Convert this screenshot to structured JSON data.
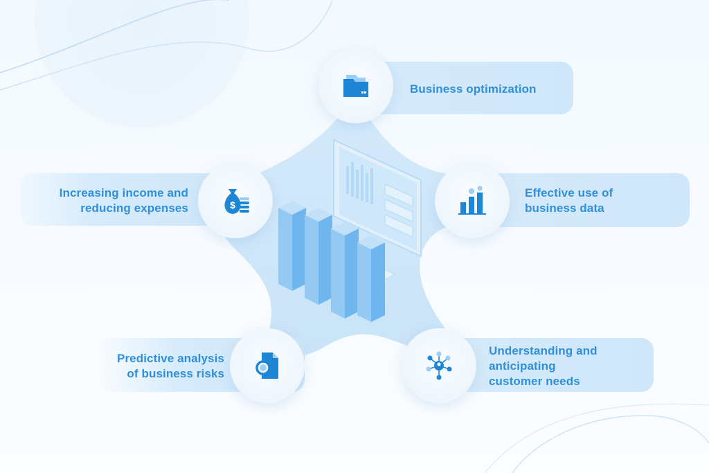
{
  "diagram": {
    "items": [
      {
        "id": "business-optimization",
        "label": "Business optimization",
        "icon": "folder-icon"
      },
      {
        "id": "effective-use",
        "label": "Effective use of\nbusiness data",
        "icon": "bar-chart-icon"
      },
      {
        "id": "understanding-needs",
        "label": "Understanding and\nanticipating\ncustomer needs",
        "icon": "network-icon"
      },
      {
        "id": "predictive-analysis",
        "label": "Predictive analysis\nof business risks",
        "icon": "document-search-icon"
      },
      {
        "id": "increasing-income",
        "label": "Increasing income and\nreducing expenses",
        "icon": "money-bag-icon"
      }
    ],
    "center": {
      "icon": "analytics-dashboard-icon"
    },
    "colors": {
      "accent": "#2f8fda",
      "pill": "#d3e9fa",
      "star": "#cfe6f9",
      "icon": "#1f86d6"
    }
  }
}
